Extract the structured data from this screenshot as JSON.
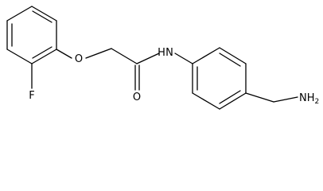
{
  "molecule": {
    "atom_labels": {
      "fluorine": "F",
      "ether_oxygen": "O",
      "carbonyl_oxygen": "O",
      "amide_nitrogen": "N",
      "amide_hydrogen": "H",
      "amine": "NH",
      "amine_subscript": "2"
    }
  }
}
